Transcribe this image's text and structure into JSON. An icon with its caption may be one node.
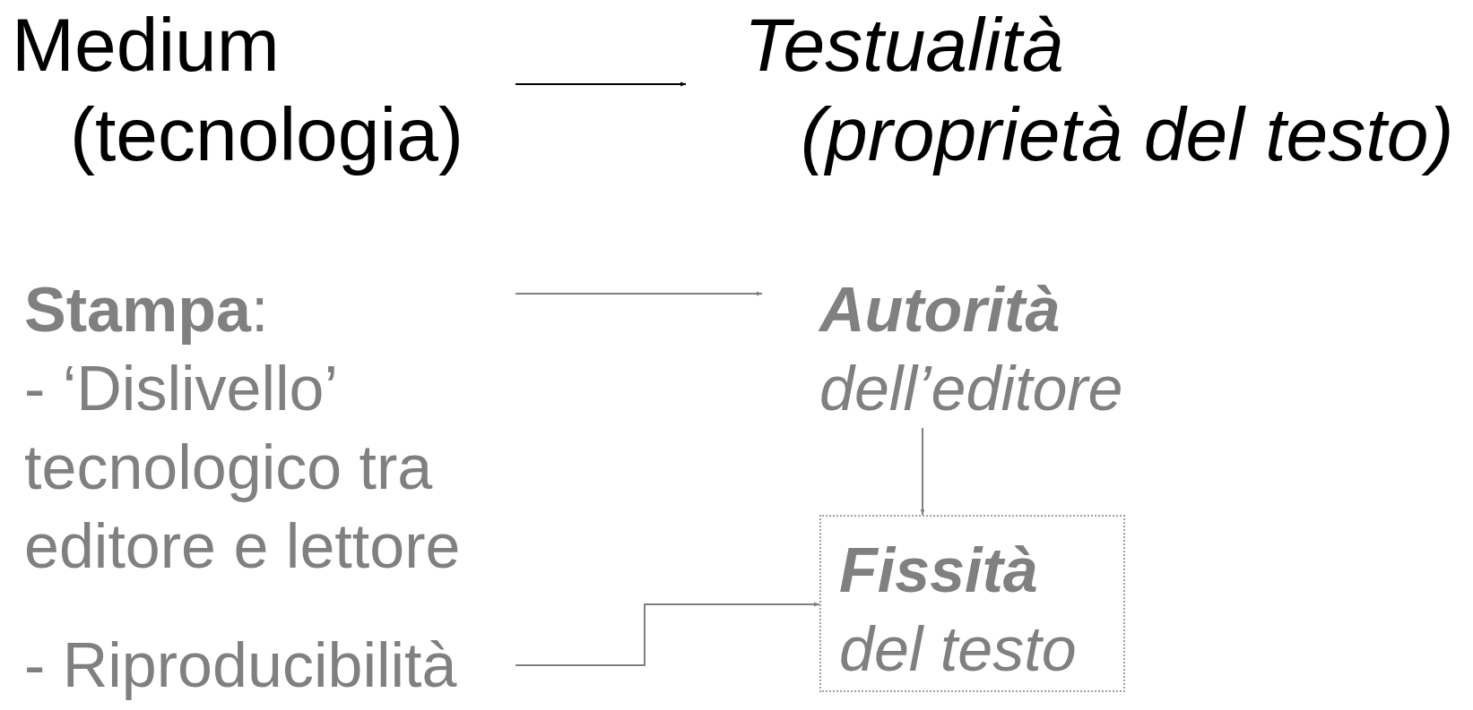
{
  "diagram": {
    "nodes": [
      {
        "text": [
          "Medium",
          "(tecnologia)"
        ]
      },
      {
        "text": [
          "Testualità",
          "(proprietà del testo)"
        ]
      },
      {
        "text": [
          "**Stampa**:",
          "- ‘Dislivello’ tecnologico tra editore e lettore"
        ]
      },
      {
        "text": [
          "- Riproducibilità"
        ]
      },
      {
        "text": [
          "Autorità",
          "dell’editore"
        ]
      },
      {
        "text": [
          "Fissità",
          "del testo"
        ]
      }
    ],
    "edges": [
      {
        "from": 0,
        "to": 1,
        "arrow": "to",
        "color": "#000000"
      },
      {
        "from": 2,
        "to": 4,
        "arrow": "to"
      },
      {
        "from": 4,
        "to": 5,
        "arrow": "to"
      },
      {
        "from": 3,
        "to": 5,
        "arrow": "to"
      }
    ]
  }
}
